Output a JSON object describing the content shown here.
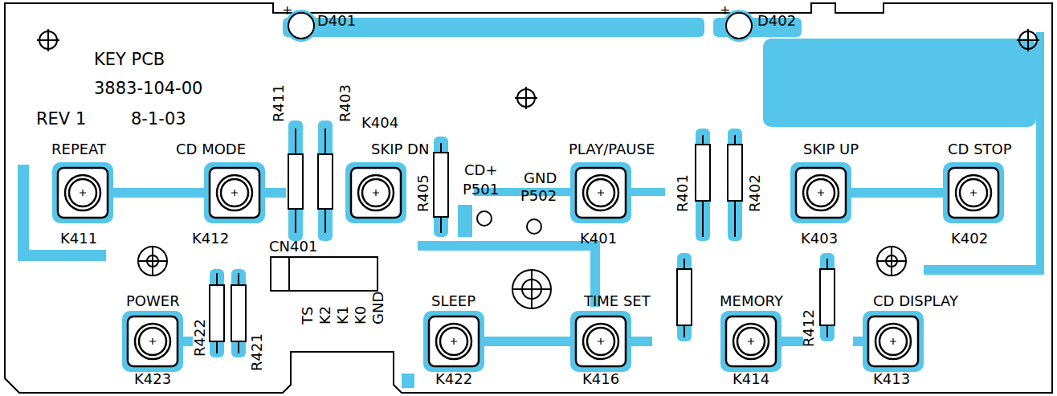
{
  "diagram": {
    "labels": [
      "KEY PCB",
      "3883-104-00",
      "REV 1",
      "8-1-03",
      "+",
      "D401",
      "+",
      "D402",
      "R411",
      "R403",
      "K404",
      "SKIP DN",
      "REPEAT",
      "CD MODE",
      "R405",
      "CD+",
      "P501",
      "GND",
      "P502",
      "PLAY/PAUSE",
      "R401",
      "R402",
      "SKIP UP",
      "CD STOP",
      "K411",
      "K412",
      "K401",
      "K403",
      "K402",
      "CN401",
      "TS",
      "K2",
      "K1",
      "K0",
      "GND",
      "POWER",
      "R422",
      "R421",
      "K423",
      "SLEEP",
      "K422",
      "TIME SET",
      "K416",
      "MEMORY",
      "K414",
      "R412",
      "CD DISPLAY",
      "K413"
    ]
  }
}
